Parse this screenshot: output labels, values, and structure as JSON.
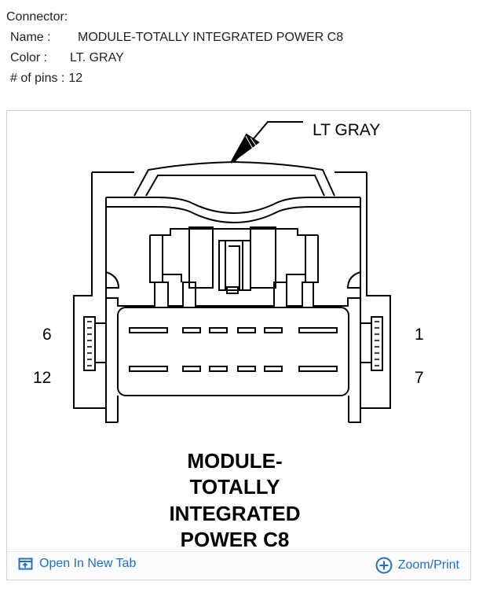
{
  "connector": {
    "heading": "Connector:",
    "name_label": "Name :",
    "name_value": "MODULE-TOTALLY INTEGRATED POWER C8",
    "color_label": "Color :",
    "color_value": "LT. GRAY",
    "pins_label": "# of pins :",
    "pins_value": "12"
  },
  "diagram": {
    "color_callout": "LT GRAY",
    "pin_labels": {
      "left_top": "6",
      "left_bottom": "12",
      "right_top": "1",
      "right_bottom": "7"
    },
    "title_lines": [
      "MODULE-",
      "TOTALLY",
      "INTEGRATED",
      "POWER C8"
    ]
  },
  "toolbar": {
    "open_label": "Open In New Tab",
    "zoom_label": "Zoom/Print",
    "link_color": "#1f6fc4"
  }
}
